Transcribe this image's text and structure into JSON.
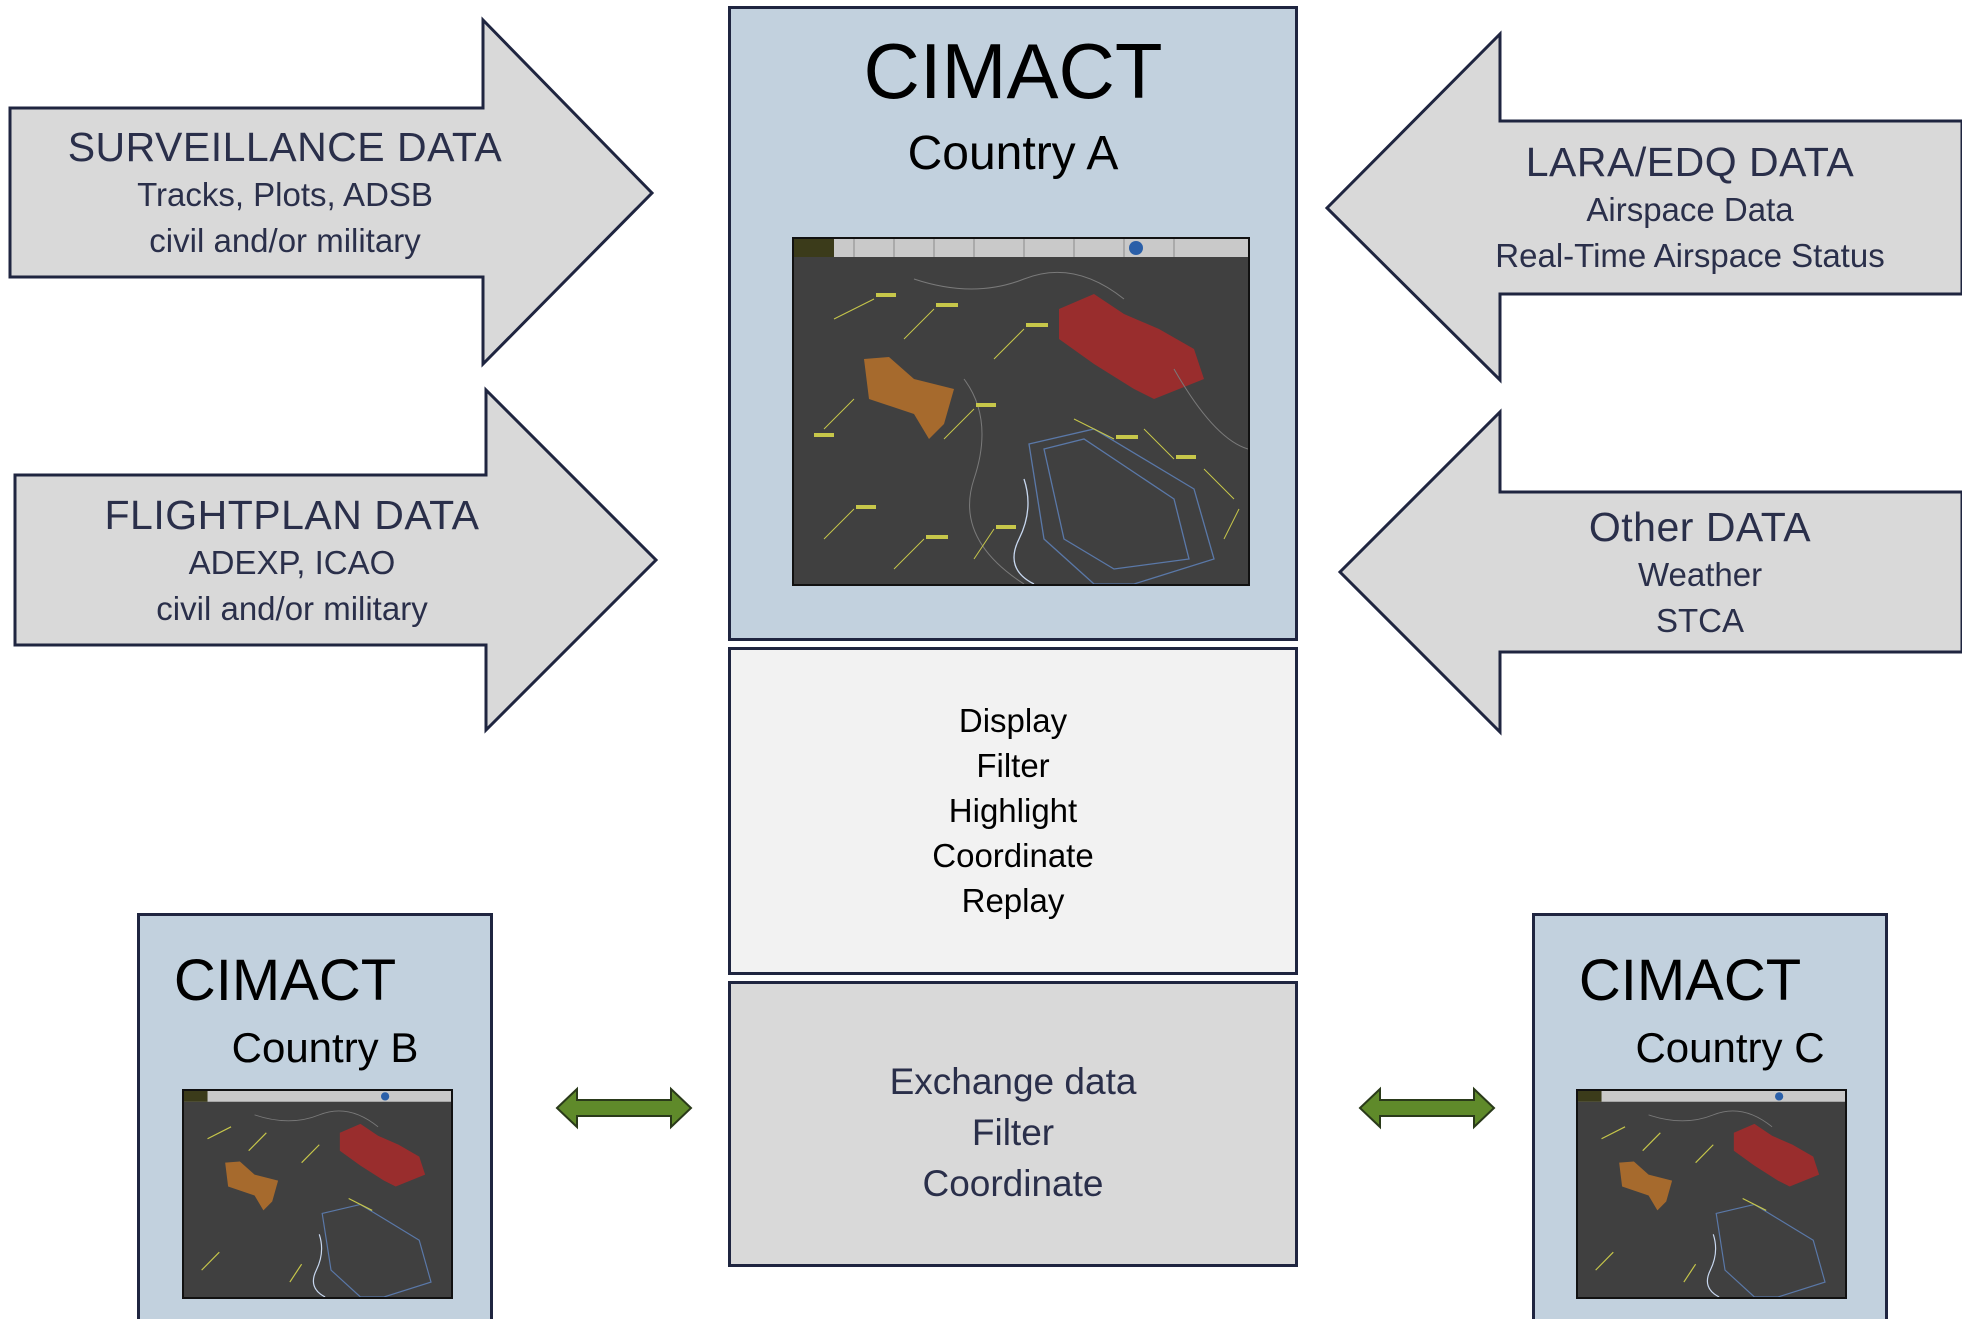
{
  "inputs_left": [
    {
      "title": "SURVEILLANCE DATA",
      "lines": [
        "Tracks, Plots, ADSB",
        "civil and/or military"
      ]
    },
    {
      "title": "FLIGHTPLAN DATA",
      "lines": [
        "ADEXP, ICAO",
        "civil and/or military"
      ]
    }
  ],
  "inputs_right": [
    {
      "title": "LARA/EDQ DATA",
      "lines": [
        "Airspace Data",
        "Real-Time Airspace Status"
      ]
    },
    {
      "title": "Other DATA",
      "lines": [
        "Weather",
        "STCA"
      ]
    }
  ],
  "main": {
    "name": "CIMACT",
    "country": "Country A"
  },
  "functions": [
    "Display",
    "Filter",
    "Highlight",
    "Coordinate",
    "Replay"
  ],
  "exchange": [
    "Exchange data",
    "Filter",
    "Coordinate"
  ],
  "peers": [
    {
      "name": "CIMACT",
      "country": "Country B"
    },
    {
      "name": "CIMACT",
      "country": "Country C"
    }
  ],
  "colors": {
    "arrow_fill": "#d9d9d9",
    "panel_blue": "#c2d1de",
    "functions_bg": "#f2f2f2",
    "exchange_bg": "#d9d9d9",
    "link_arrow": "#5f8a2a",
    "airspace_red": "#a32b2b",
    "airspace_orange": "#b9722a",
    "radar_bg": "#404040"
  }
}
